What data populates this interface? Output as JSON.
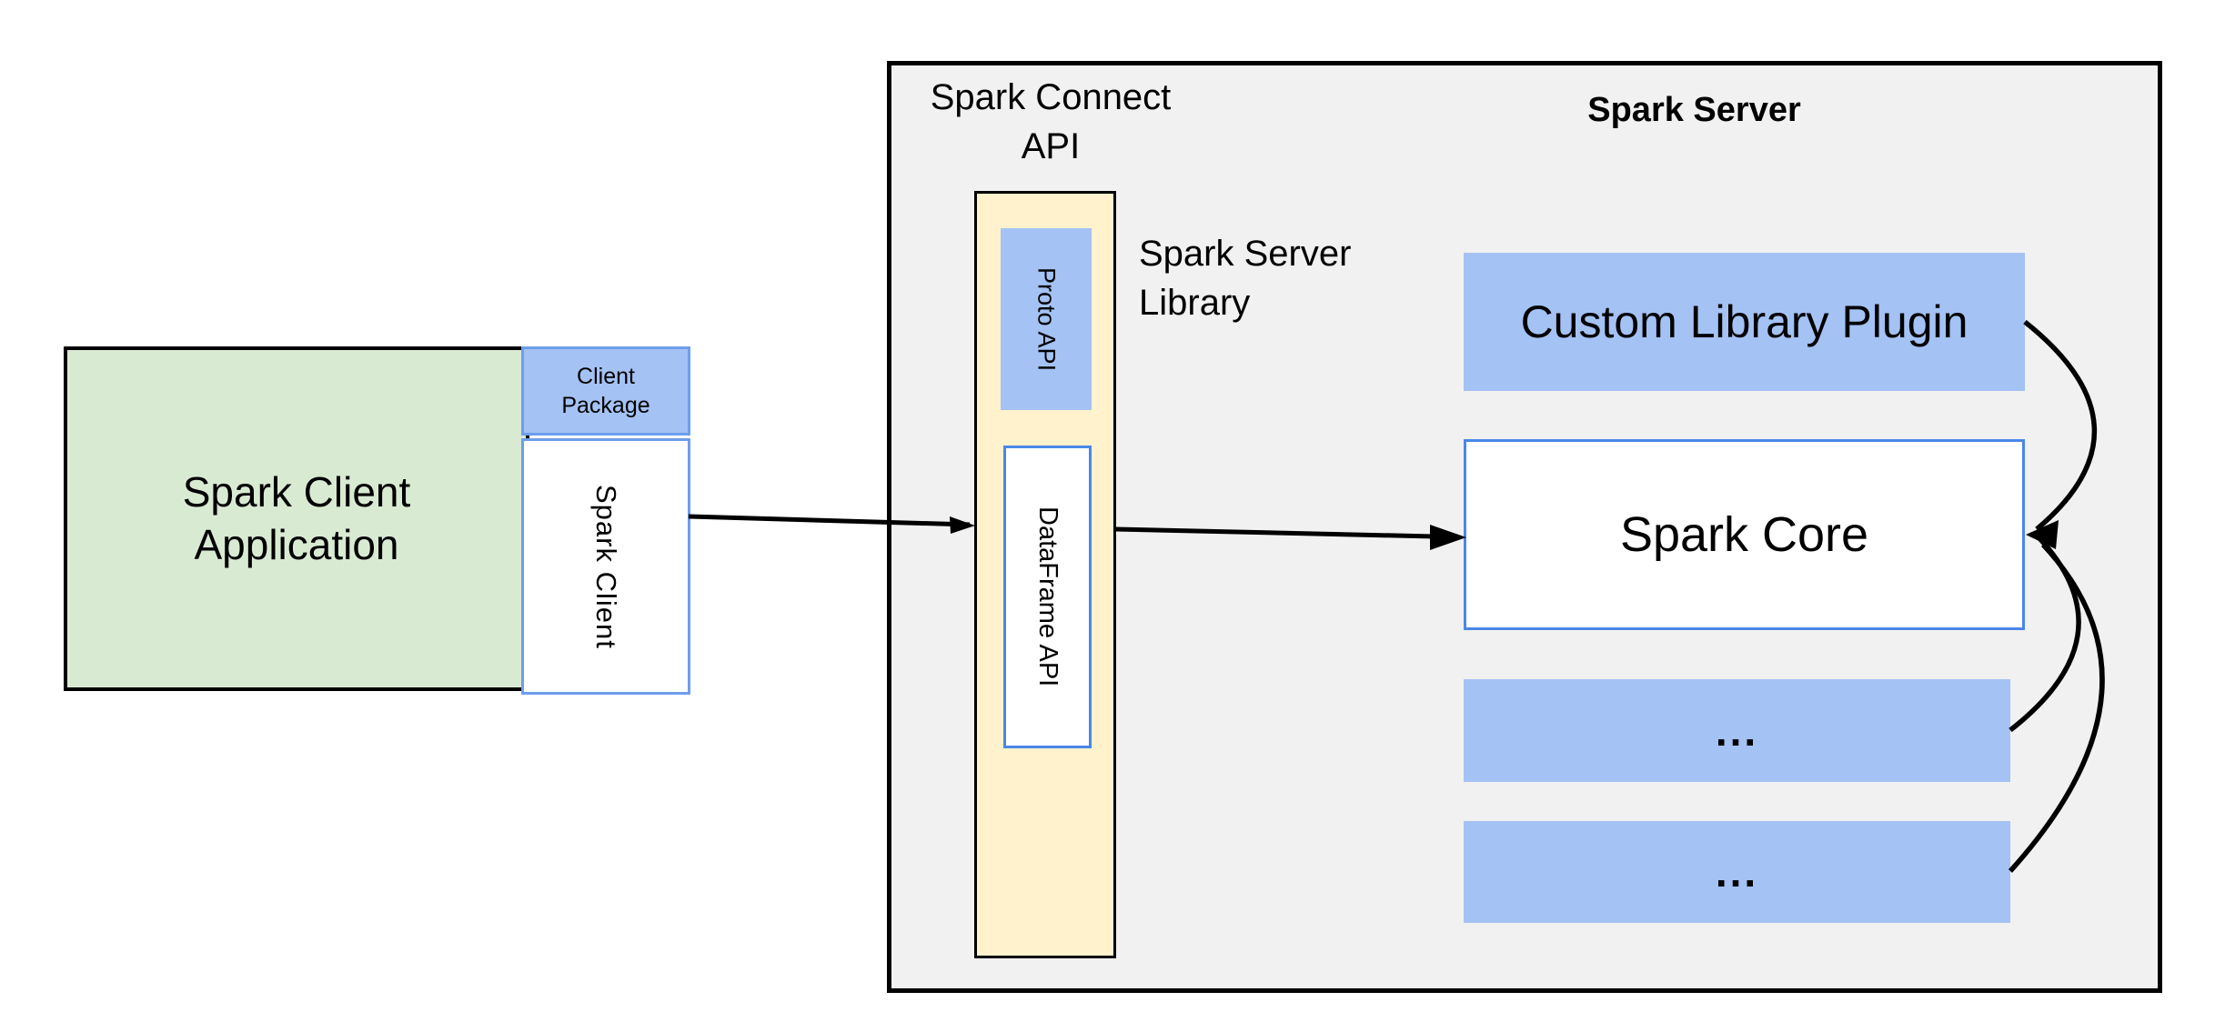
{
  "client_area": {
    "application_label": "Spark Client Application",
    "package_label": "Client Package",
    "spark_client_label": "Spark Client"
  },
  "connect_area": {
    "heading": "Spark Connect API",
    "proto_api_label": "Proto API",
    "dataframe_api_label": "DataFrame API",
    "server_library_label": "Spark Server Library"
  },
  "server_area": {
    "heading": "Spark Server",
    "custom_plugin_label": "Custom Library Plugin",
    "spark_core_label": "Spark Core",
    "extension_box_1_label": "...",
    "extension_box_2_label": "..."
  },
  "colors": {
    "client_app_fill": "#d9ead3",
    "blue_box_fill": "#a4c2f4",
    "api_pillar_fill": "#fff2cc",
    "server_panel_fill": "#f1f1f1",
    "blue_border": "#4a86e8",
    "light_blue_border": "#6d9eeb",
    "outline": "#000000",
    "background": "#ffffff"
  }
}
